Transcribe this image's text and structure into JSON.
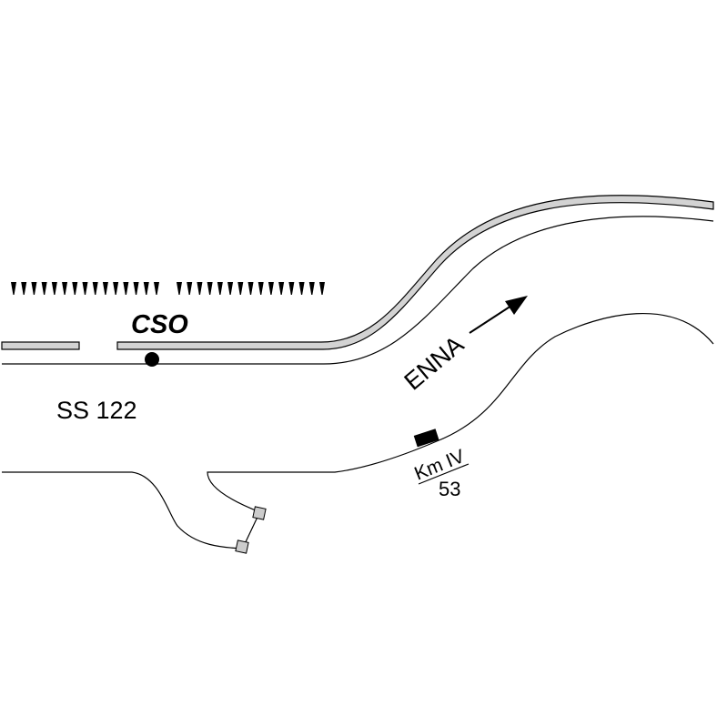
{
  "labels": {
    "station": "CSO",
    "road": "SS 122",
    "direction": "ENNA",
    "km_marker_top": "Km IV",
    "km_marker_bottom": "53"
  },
  "colors": {
    "line": "#000000",
    "rail_fill": "#d3d3d3",
    "signal_fill": "#cccccc",
    "background": "#ffffff"
  },
  "icons": {
    "station_marker": "station-dot-icon",
    "km_marker": "km-post-icon",
    "direction_arrow": "arrow-right-icon",
    "cutting": "embankment-tick-icon"
  }
}
